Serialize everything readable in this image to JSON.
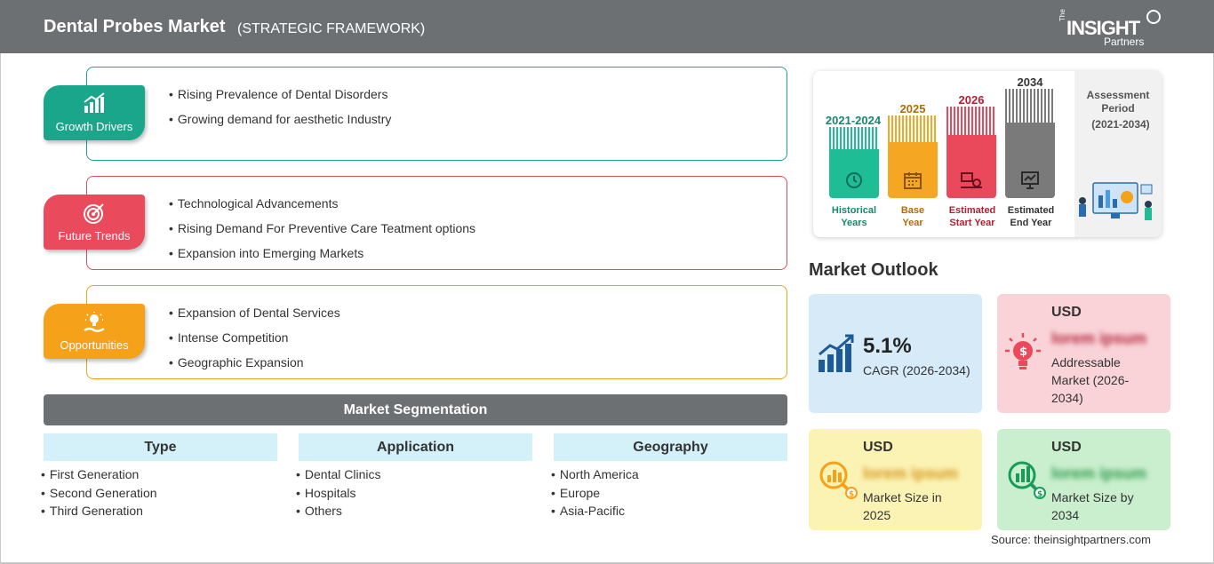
{
  "header": {
    "title": "Dental Probes Market",
    "subtitle": "(STRATEGIC FRAMEWORK)",
    "logo": {
      "the": "The",
      "insight": "INSIGHT",
      "partners": "Partners"
    }
  },
  "framework": {
    "growth_drivers": {
      "label": "Growth Drivers",
      "color": "#1aa68a",
      "items": [
        "Rising Prevalence of Dental Disorders",
        "Growing demand for aesthetic Industry"
      ]
    },
    "future_trends": {
      "label": "Future Trends",
      "color": "#e94b5c",
      "items": [
        "Technological Advancements",
        "Rising Demand For Preventive Care Teatment options",
        "Expansion into Emerging Markets"
      ]
    },
    "opportunities": {
      "label": "Opportunities",
      "color": "#f6a11a",
      "items": [
        "Expansion of Dental Services",
        "Intense Competition",
        "Geographic Expansion"
      ]
    }
  },
  "segmentation": {
    "title": "Market Segmentation",
    "columns": [
      {
        "heading": "Type",
        "items": [
          "First Generation",
          "Second Generation",
          "Third Generation"
        ]
      },
      {
        "heading": "Application",
        "items": [
          "Dental Clinics",
          "Hospitals",
          "Others"
        ]
      },
      {
        "heading": "Geography",
        "items": [
          "North America",
          "Europe",
          "Asia-Pacific"
        ]
      }
    ]
  },
  "timeline": {
    "columns": [
      {
        "year": "2021-2024",
        "caption_1": "Historical",
        "caption_2": "Years",
        "color": "#1fbd95",
        "text_color": "#128a6e",
        "icon": "history-icon"
      },
      {
        "year": "2025",
        "caption_1": "Base",
        "caption_2": "Year",
        "color": "#f5a623",
        "text_color": "#b26b06",
        "icon": "calendar-icon"
      },
      {
        "year": "2026",
        "caption_1": "Estimated",
        "caption_2": "Start Year",
        "color": "#e9495a",
        "text_color": "#b01f33",
        "icon": "start-icon"
      },
      {
        "year": "2034",
        "caption_1": "Estimated",
        "caption_2": "End Year",
        "color": "#7a7a7a",
        "text_color": "#333333",
        "icon": "presentation-icon"
      }
    ],
    "assessment": {
      "label_1": "Assessment",
      "label_2": "Period",
      "range": "(2021-2034)"
    }
  },
  "outlook": {
    "title": "Market Outlook",
    "cagr": {
      "value": "5.1%",
      "label": "CAGR (2026-2034)",
      "color": "#d6eaf8"
    },
    "addressable": {
      "currency": "USD",
      "value": "lorem ipsum",
      "label": "Addressable Market (2026-2034)",
      "color": "#f9d3d8"
    },
    "size_2025": {
      "currency": "USD",
      "value": "lorem ipsum",
      "label": "Market Size in 2025",
      "color": "#fbf3b4"
    },
    "size_2034": {
      "currency": "USD",
      "value": "lorem ipsum",
      "label": "Market Size by 2034",
      "color": "#c9efce"
    }
  },
  "source": "Source: theinsightpartners.com"
}
